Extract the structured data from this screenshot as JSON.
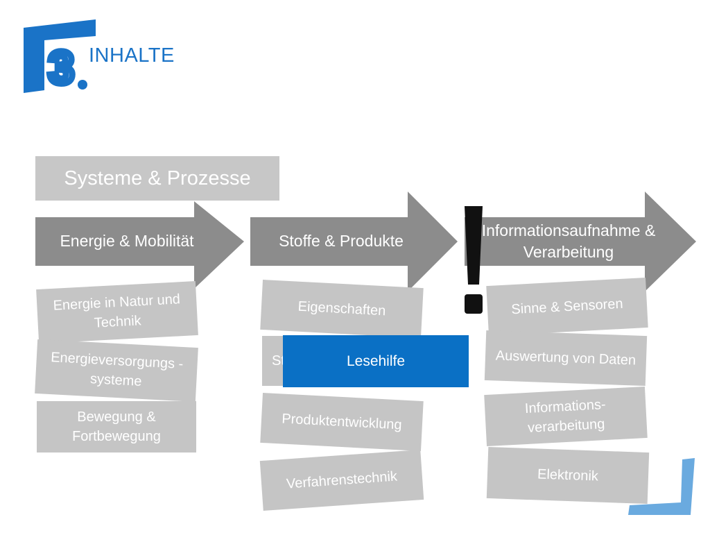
{
  "header": {
    "logo_number": "3",
    "title": "INHALTE"
  },
  "category_label": "Systeme & Prozesse",
  "columns": [
    {
      "heading": "Energie & Mobilität",
      "items": [
        "Energie in Natur und Technik",
        "Energieversorgungs -systeme",
        "Bewegung & Fortbewegung"
      ]
    },
    {
      "heading": "Stoffe & Produkte",
      "items": [
        "Eigenschaften",
        "St",
        "Produktentwicklung",
        "Verfahrenstechnik"
      ]
    },
    {
      "heading": "Informationsaufnahme & Verarbeitung",
      "items": [
        "Sinne & Sensoren",
        "Auswertung von Daten",
        "Informations- verarbeitung",
        "Elektronik"
      ]
    }
  ],
  "overlay_button": "Lesehilfe",
  "colors": {
    "accent_blue": "#1a73c7",
    "highlight_blue": "#0a70c5",
    "arrow_gray": "#8c8c8c",
    "card_gray": "#c5c5c5",
    "corner_blue": "#6aaadf"
  }
}
